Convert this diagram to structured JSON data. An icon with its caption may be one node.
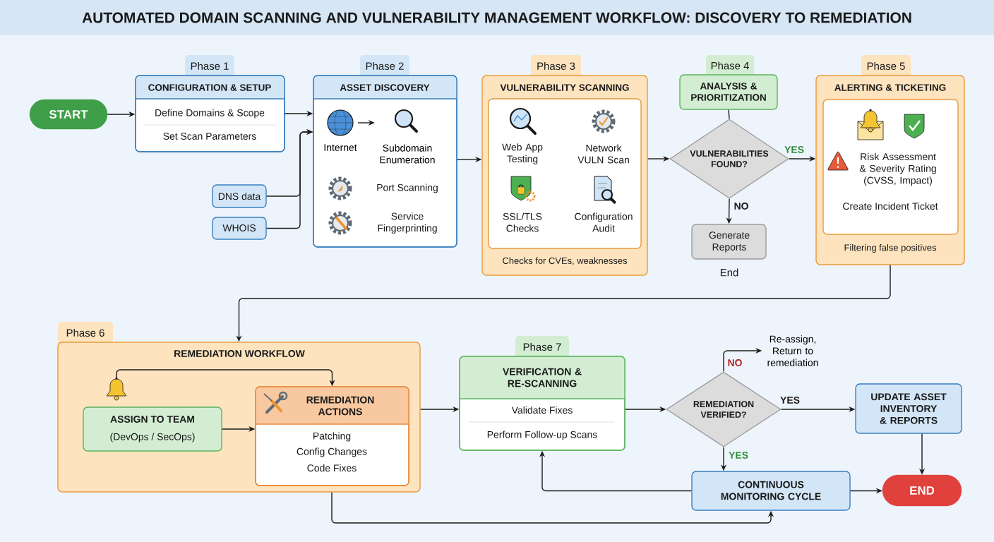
{
  "diagram": {
    "title": "AUTOMATED DOMAIN SCANNING AND VULNERABILITY MANAGEMENT WORKFLOW: DISCOVERY TO REMEDIATION",
    "nodes": [
      {
        "text": [
          "START"
        ]
      },
      {
        "text": [
          "CONFIGURATION & SETUP",
          "Define Domains & Scope",
          "Set Scan Parameters"
        ],
        "beside": [
          "Phase 1"
        ]
      },
      {
        "text": [
          "DNS data"
        ]
      },
      {
        "text": [
          "WHOIS"
        ]
      },
      {
        "text": [
          "ASSET DISCOVERY",
          "Port Scanning",
          "Service Fingerprinting"
        ],
        "beside": [
          "Phase 2"
        ]
      },
      {
        "text": [
          "Internet"
        ],
        "in": 4
      },
      {
        "text": [
          "Subdomain Enumeration"
        ],
        "in": 4
      },
      {
        "text": [
          "VULNERABILITY SCANNING",
          "Checks for CVEs, weaknesses"
        ],
        "beside": [
          "Phase 3"
        ]
      },
      {
        "text": [
          "Web App Testing",
          "Network VULN Scan",
          "SSL/TLS Checks",
          "Configuration Audit"
        ],
        "in": 7
      },
      {
        "text": [
          "ANALYSIS & PRIORITIZATION"
        ],
        "beside": [
          "Phase 4"
        ]
      },
      {
        "text": [
          "VULNERABILITIES FOUND?"
        ]
      },
      {
        "text": [
          "Generate Reports"
        ],
        "beside": [
          "End"
        ]
      },
      {
        "text": [
          "ALERTING & TICKETING",
          "Filtering false positives"
        ],
        "beside": [
          "Phase 5"
        ]
      },
      {
        "text": [
          "Risk Assessment & Severity Rating (CVSS, Impact)",
          "Create Incident Ticket"
        ],
        "in": 12
      },
      {
        "text": [
          "REMEDIATION WORKFLOW"
        ],
        "beside": [
          "Phase 6"
        ]
      },
      {
        "text": [
          "ASSIGN TO TEAM",
          "(DevOps / SecOps)"
        ],
        "in": 14
      },
      {
        "text": [],
        "shape": "bell",
        "in": 14
      },
      {
        "text": [
          "REMEDIATION ACTIONS",
          "Patching",
          "Config Changes",
          "Code Fixes"
        ],
        "in": 14
      },
      {
        "text": [
          "VERIFICATION & RE-SCANNING",
          "Validate Fixes",
          "Perform Follow-up Scans"
        ],
        "beside": [
          "Phase 7"
        ]
      },
      {
        "text": [
          "REMEDIATION VERIFIED?"
        ]
      },
      {
        "text": [
          "Re-assign, Return to remediation"
        ]
      },
      {
        "text": [
          "UPDATE ASSET INVENTORY & REPORTS"
        ]
      },
      {
        "text": [
          "CONTINUOUS MONITORING CYCLE"
        ]
      },
      {
        "text": [
          "END"
        ]
      }
    ],
    "edges": [
      {
        "from": 0,
        "to": 1,
        "arrow": "to"
      },
      {
        "from": 1,
        "to": 4,
        "arrow": "to"
      },
      {
        "from": 2,
        "to": 4,
        "arrow": "to"
      },
      {
        "from": 3,
        "to": 4,
        "arrow": "to"
      },
      {
        "from": 5,
        "to": 6,
        "arrow": "to"
      },
      {
        "from": 4,
        "to": 7,
        "arrow": "to"
      },
      {
        "from": 7,
        "to": 10,
        "arrow": "to"
      },
      {
        "from": 9,
        "to": 10,
        "arrow": "none"
      },
      {
        "from": 10,
        "to": 12,
        "arrow": "to",
        "label": "YES"
      },
      {
        "from": 10,
        "to": 11,
        "arrow": "to",
        "label": "NO"
      },
      {
        "from": 12,
        "to": 14,
        "arrow": "to"
      },
      {
        "from": 16,
        "to": 17,
        "arrow": "to"
      },
      {
        "from": 15,
        "to": 17,
        "arrow": "to"
      },
      {
        "from": 14,
        "to": 18,
        "arrow": "to"
      },
      {
        "from": 18,
        "to": 19,
        "arrow": "to"
      },
      {
        "from": 19,
        "to": 20,
        "arrow": "to",
        "label": "NO"
      },
      {
        "from": 19,
        "to": 21,
        "arrow": "to",
        "label": "YES"
      },
      {
        "from": 19,
        "to": 22,
        "arrow": "to",
        "label": "YES"
      },
      {
        "from": 21,
        "to": 23,
        "arrow": "to"
      },
      {
        "from": 22,
        "to": 23,
        "arrow": "to"
      },
      {
        "from": 22,
        "to": 18,
        "arrow": "to"
      },
      {
        "from": 14,
        "to": 22,
        "arrow": "to"
      }
    ]
  }
}
